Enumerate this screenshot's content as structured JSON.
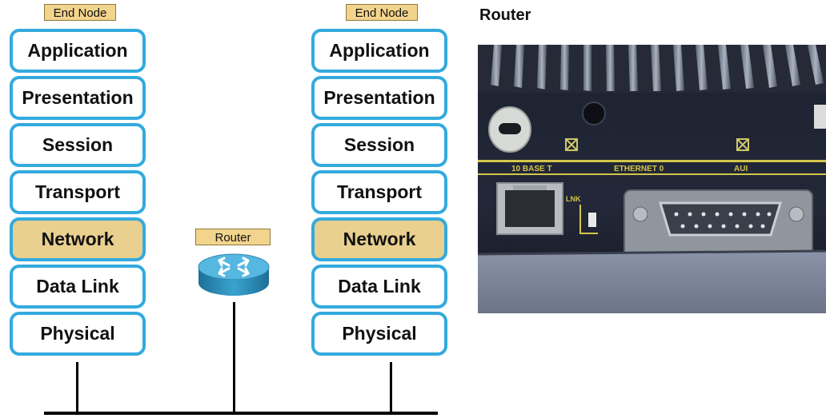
{
  "left_node": {
    "tag": "End Node",
    "layers": [
      "Application",
      "Presentation",
      "Session",
      "Transport",
      "Network",
      "Data Link",
      "Physical"
    ]
  },
  "right_node": {
    "tag": "End Node",
    "layers": [
      "Application",
      "Presentation",
      "Session",
      "Transport",
      "Network",
      "Data Link",
      "Physical"
    ]
  },
  "router": {
    "tag": "Router"
  },
  "photo": {
    "title": "Router",
    "labels": [
      "10 BASE T",
      "ETHERNET 0",
      "AUI",
      "LNK"
    ]
  },
  "colors": {
    "layer_border": "#33aade",
    "highlight_fill": "#e9d08f",
    "tag_fill": "#f2d48d"
  }
}
